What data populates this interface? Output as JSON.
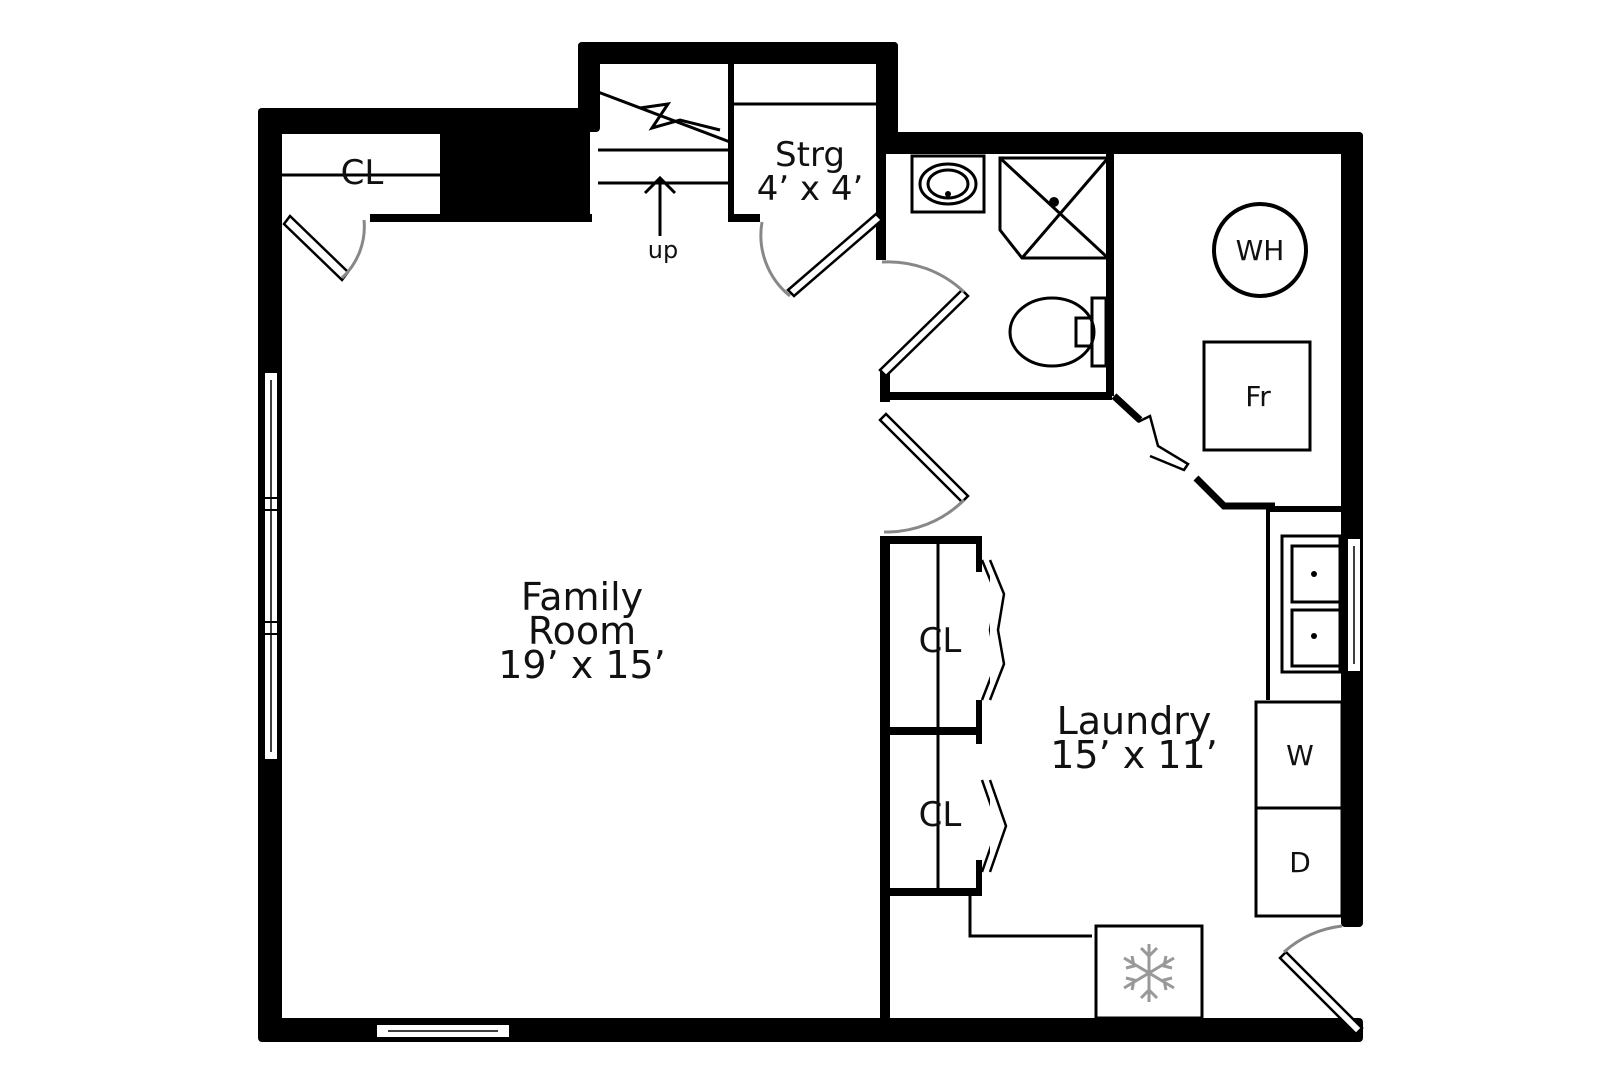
{
  "rooms": {
    "family": {
      "name_line1": "Family",
      "name_line2": "Room",
      "dims": "19’ x 15’"
    },
    "laundry": {
      "name": "Laundry",
      "dims": "15’ x 11’"
    },
    "storage": {
      "name": "Strg",
      "dims": "4’ x 4’"
    }
  },
  "labels": {
    "closet_top": "CL",
    "closet_mid": "CL",
    "closet_low": "CL",
    "stairs": "up",
    "water_heater": "WH",
    "furnace": "Fr",
    "washer": "W",
    "dryer": "D"
  },
  "icons": {
    "ac_unit": "snowflake-icon",
    "toilet": "toilet-icon",
    "sink": "sink-icon",
    "shower": "shower-icon"
  }
}
